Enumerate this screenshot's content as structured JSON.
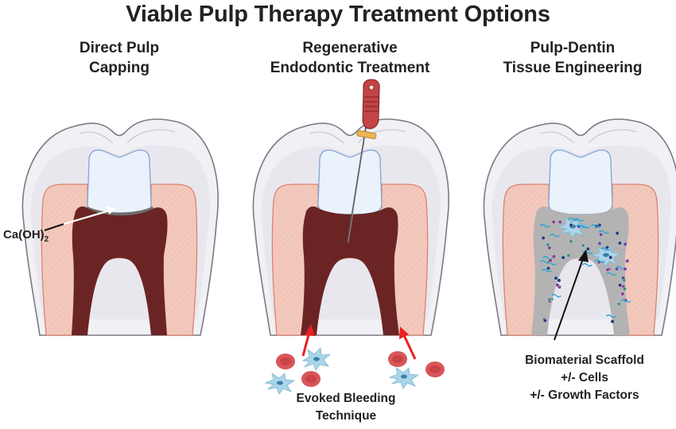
{
  "title": "Viable Pulp Therapy Treatment Options",
  "panels": [
    {
      "id": "direct-pulp-capping",
      "title_lines": [
        "Direct Pulp",
        "Capping"
      ],
      "annotation": {
        "base": "Ca(OH)",
        "subscript": "2"
      }
    },
    {
      "id": "regenerative-endodontic-treatment",
      "title_lines": [
        "Regenerative",
        "Endodontic Treatment"
      ],
      "caption_lines": [
        "Evoked Bleeding",
        "Technique"
      ]
    },
    {
      "id": "pulp-dentin-tissue-engineering",
      "title_lines": [
        "Pulp-Dentin",
        "Tissue Engineering"
      ],
      "caption_lines": [
        "Biomaterial Scaffold",
        "+/- Cells",
        "+/- Growth Factors"
      ]
    }
  ],
  "colors": {
    "enamel": "#f1f0f4",
    "enamel_outline": "#7b7a86",
    "dentin": "#f3c9bd",
    "dentin_outline": "#d9826c",
    "pulp": "#6b2424",
    "restoration": "#eaf2fb",
    "restoration_outline": "#8aa8d6",
    "caoh_layer": "#6d6d6d",
    "scaffold": "#b3b3b3",
    "file_handle": "#c24444",
    "file_stopper": "#f0b553",
    "red_blood_cell": "#d9565b",
    "stem_cell": "#a9d6ea",
    "arrow_red": "#e8201f",
    "arrow_black": "#111111"
  }
}
